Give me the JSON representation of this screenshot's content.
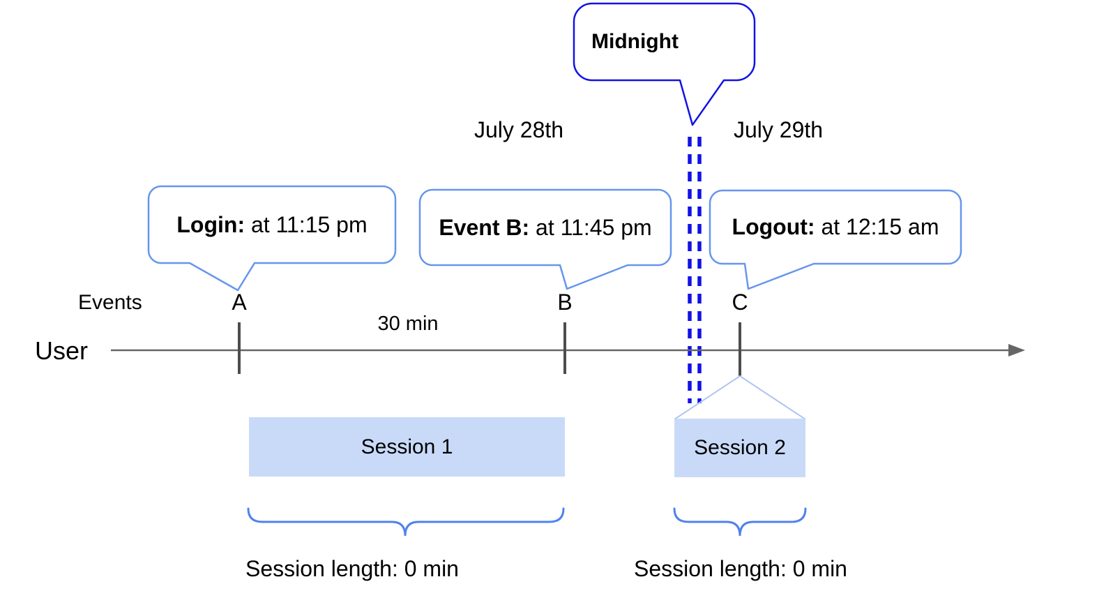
{
  "dates": {
    "before_midnight": "July 28th",
    "after_midnight": "July 29th"
  },
  "midnight_callout": "Midnight",
  "callouts": {
    "login": {
      "label": "Login:",
      "detail": " at 11:15 pm"
    },
    "event_b": {
      "label": "Event B:",
      "detail": " at 11:45 pm"
    },
    "logout": {
      "label": "Logout:",
      "detail": " at 12:15 am"
    }
  },
  "timeline": {
    "user_label": "User",
    "events_label": "Events",
    "interval_label": "30 min",
    "markers": [
      "A",
      "B",
      "C"
    ]
  },
  "sessions": {
    "session1": {
      "label": "Session 1",
      "length": "Session length: 0 min"
    },
    "session2": {
      "label": "Session 2",
      "length": "Session length: 0 min"
    }
  },
  "colors": {
    "midnight_blue": "#1212e6",
    "callout_border_blue": "#6695ed",
    "brace_blue": "#4e82ee",
    "session_fill": "#c9daf8",
    "connector_light_blue": "#aec6f3",
    "axis_gray": "#666666",
    "tick_gray": "#4d4d4d",
    "text_black": "#000000"
  }
}
